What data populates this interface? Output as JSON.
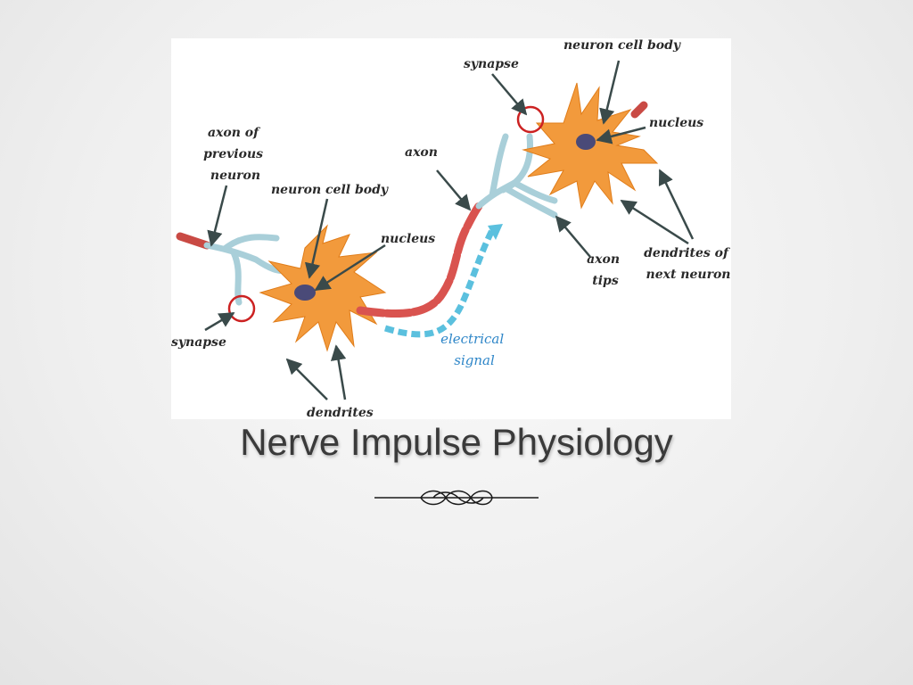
{
  "slide": {
    "title": "Nerve Impulse Physiology"
  },
  "diagram": {
    "labels": {
      "axon_of_previous_neuron": [
        "axon of",
        "previous",
        "neuron"
      ],
      "neuron_cell_body_left": "neuron cell body",
      "nucleus_left": "nucleus",
      "synapse_left": "synapse",
      "dendrites": "dendrites",
      "axon": "axon",
      "electrical_signal": [
        "electrical",
        "signal"
      ],
      "synapse_right": "synapse",
      "neuron_cell_body_right": "neuron cell body",
      "nucleus_right": "nucleus",
      "axon_tips": [
        "axon",
        "tips"
      ],
      "dendrites_of_next_neuron": [
        "dendrites of",
        "next neuron"
      ]
    },
    "colors": {
      "cell_body": "#f29a3c",
      "nucleus": "#4a4a78",
      "axon_segment": "#d9534f",
      "axon_terminal": "#a9cfd9",
      "signal_arrow": "#5bc0de",
      "synapse_circle": "#cc2222",
      "pointer": "#3a4a4a"
    }
  }
}
